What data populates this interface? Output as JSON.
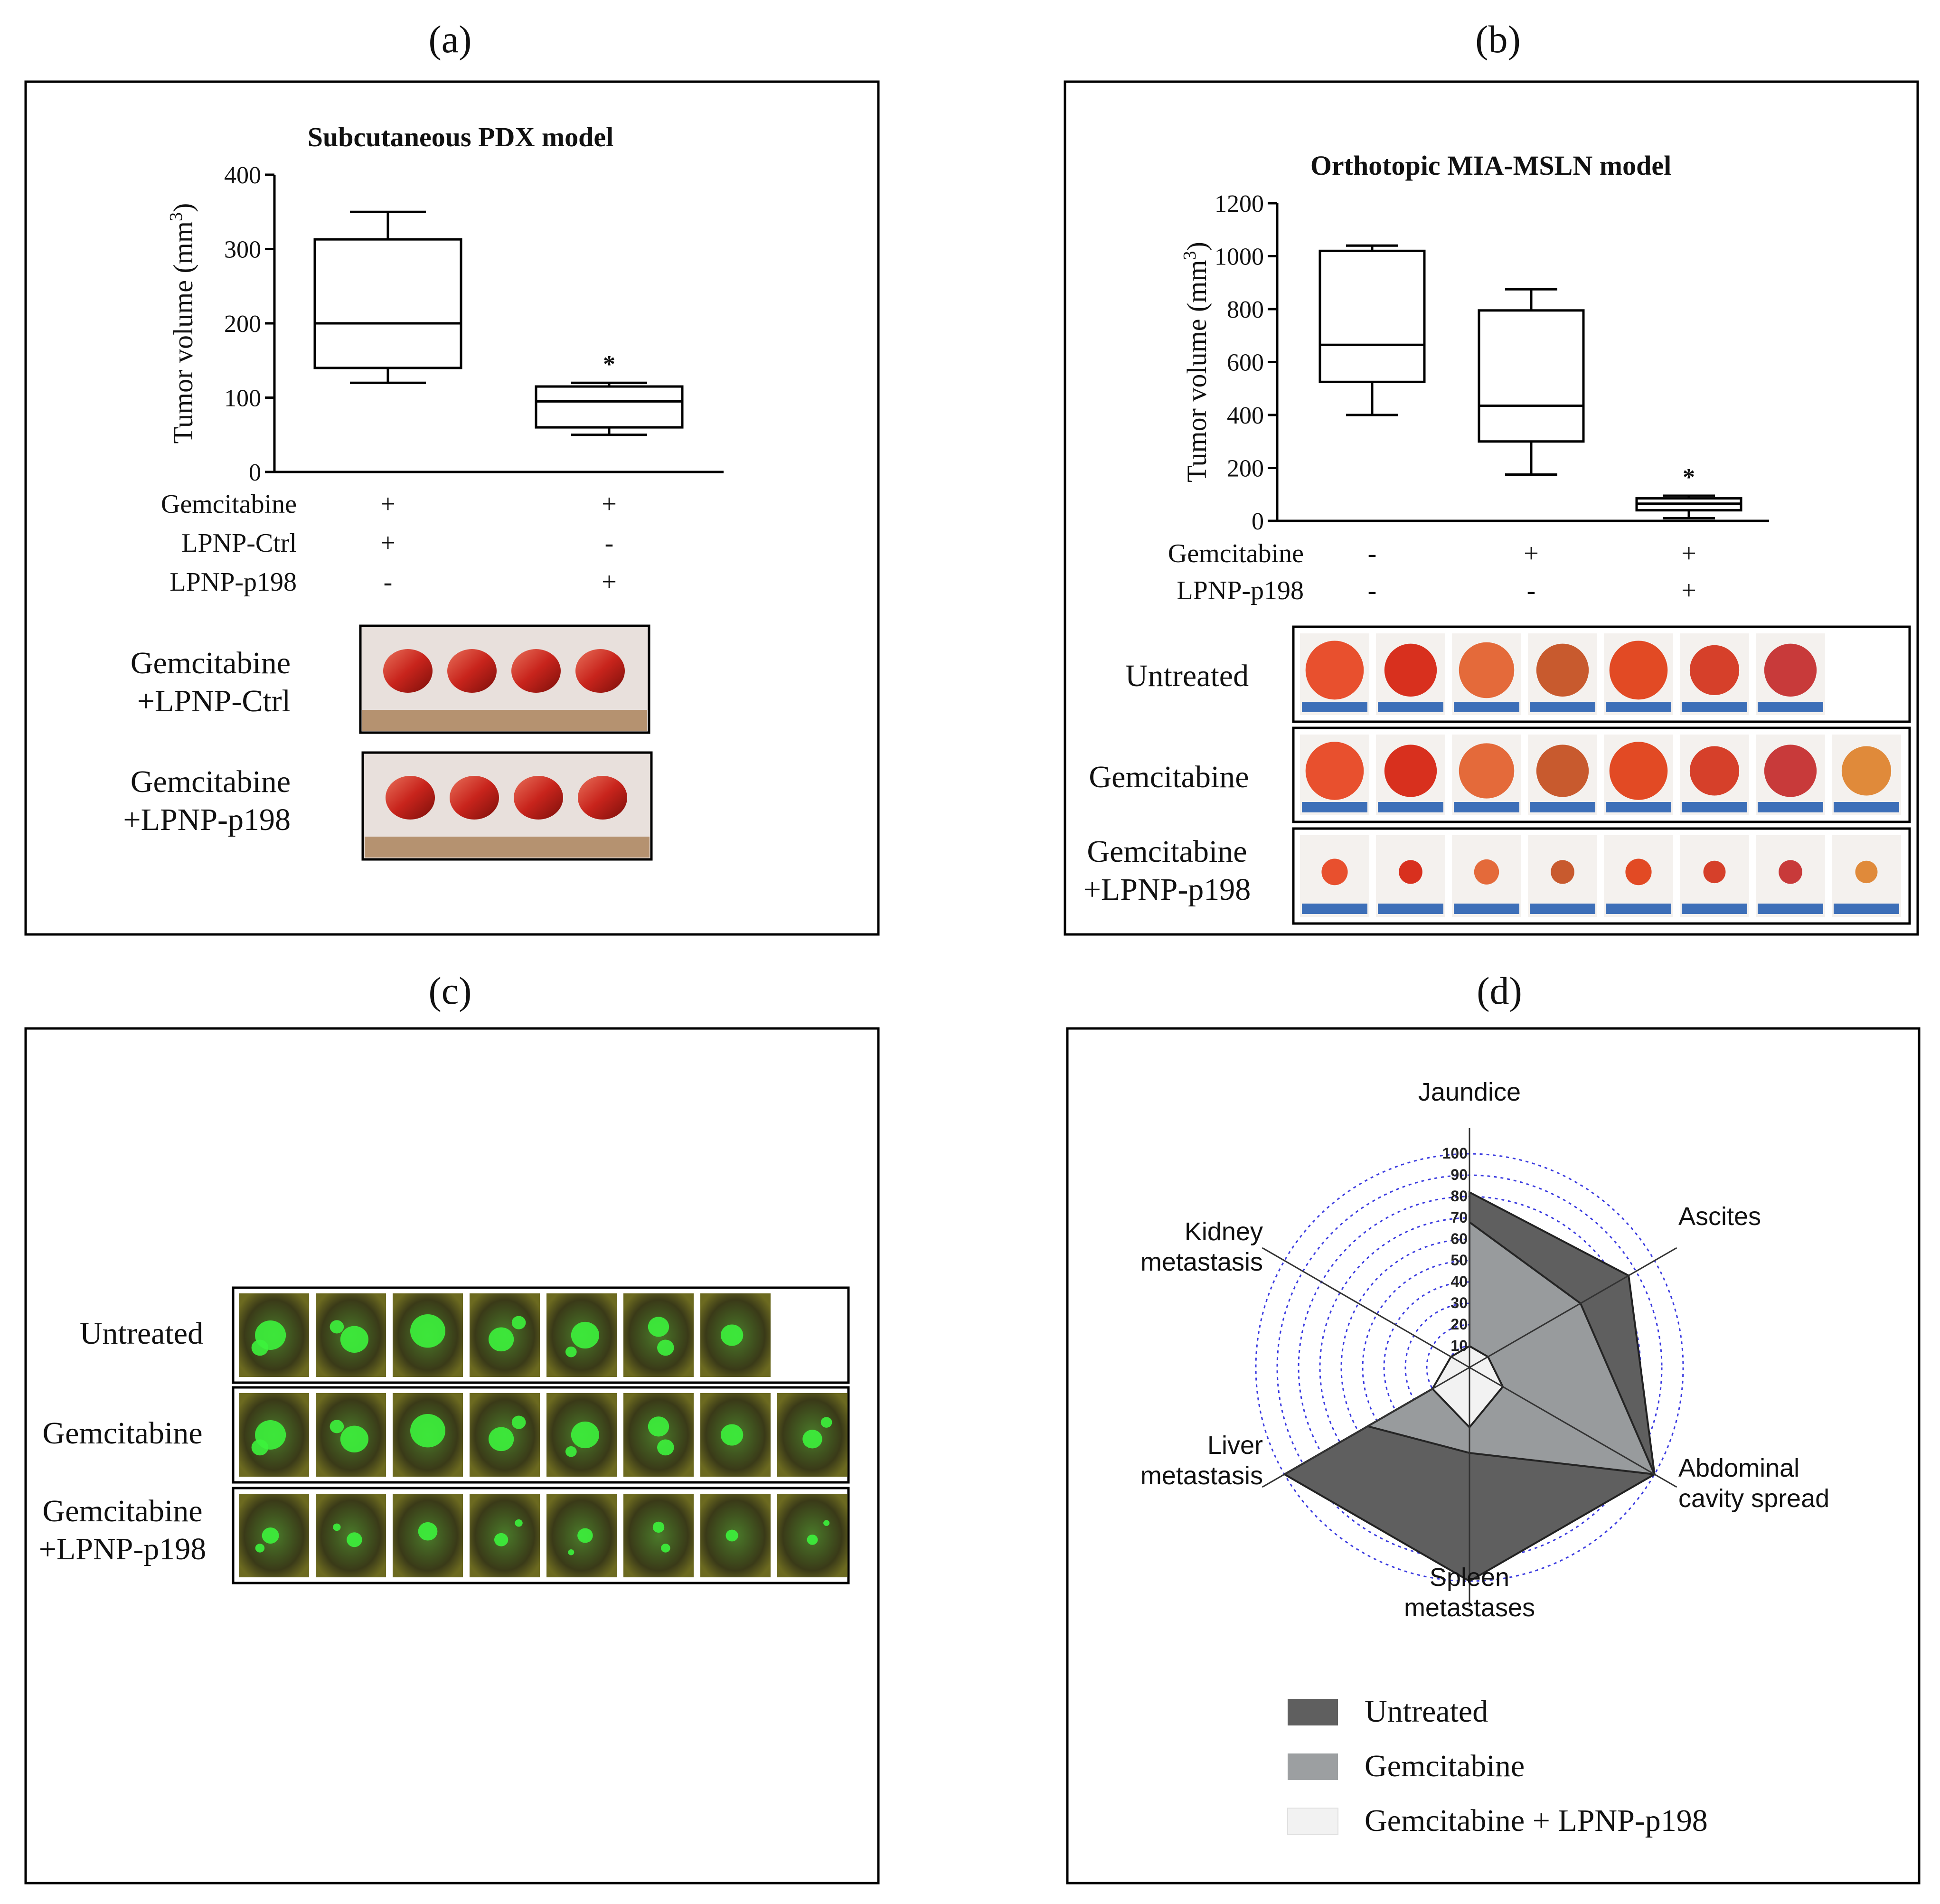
{
  "panels": {
    "a": {
      "letter": "(a)"
    },
    "b": {
      "letter": "(b)"
    },
    "c": {
      "letter": "(c)"
    },
    "d": {
      "letter": "(d)"
    }
  },
  "chart_data": [
    {
      "panel": "a",
      "type": "box",
      "title": "Subcutaneous PDX model",
      "ylabel": "Tumor volume (mm",
      "ylabel_sup": "3",
      "ylabel_close": ")",
      "ylim": [
        0,
        400
      ],
      "yticks": [
        0,
        100,
        200,
        300,
        400
      ],
      "groups": [
        {
          "min": 120,
          "q1": 140,
          "median": 200,
          "q3": 313,
          "max": 350,
          "annotation": ""
        },
        {
          "min": 50,
          "q1": 60,
          "median": 95,
          "q3": 115,
          "max": 120,
          "annotation": "*"
        }
      ],
      "treatment_rows": [
        {
          "label": "Gemcitabine",
          "values": [
            "+",
            "+"
          ]
        },
        {
          "label": "LPNP-Ctrl",
          "values": [
            "+",
            "-"
          ]
        },
        {
          "label": "LPNP-p198",
          "values": [
            "-",
            "+"
          ]
        }
      ],
      "photo_rows": [
        {
          "label": [
            "Gemcitabine",
            "+LPNP-Ctrl"
          ],
          "count": 4
        },
        {
          "label": [
            "Gemcitabine",
            "+LPNP-p198"
          ],
          "count": 4
        }
      ]
    },
    {
      "panel": "b",
      "type": "box",
      "title": "Orthotopic MIA-MSLN model",
      "ylabel": "Tumor volume (mm",
      "ylabel_sup": "3",
      "ylabel_close": ")",
      "ylim": [
        0,
        1200
      ],
      "yticks": [
        0,
        200,
        400,
        600,
        800,
        1000,
        1200
      ],
      "groups": [
        {
          "min": 400,
          "q1": 525,
          "median": 665,
          "q3": 1020,
          "max": 1040,
          "annotation": ""
        },
        {
          "min": 175,
          "q1": 300,
          "median": 435,
          "q3": 795,
          "max": 875,
          "annotation": ""
        },
        {
          "min": 10,
          "q1": 40,
          "median": 65,
          "q3": 85,
          "max": 95,
          "annotation": "*"
        }
      ],
      "treatment_rows": [
        {
          "label": "Gemcitabine",
          "values": [
            "-",
            "+",
            "+"
          ]
        },
        {
          "label": "LPNP-p198",
          "values": [
            "-",
            "-",
            "+"
          ]
        }
      ],
      "photo_rows": [
        {
          "label": [
            "Untreated"
          ],
          "count": 7
        },
        {
          "label": [
            "Gemcitabine"
          ],
          "count": 8
        },
        {
          "label": [
            "Gemcitabine",
            "+LPNP-p198"
          ],
          "count": 8
        }
      ]
    },
    {
      "panel": "c",
      "type": "image-grid",
      "photo_rows": [
        {
          "label": [
            "Untreated"
          ],
          "count": 7
        },
        {
          "label": [
            "Gemcitabine"
          ],
          "count": 8
        },
        {
          "label": [
            "Gemcitabine",
            "+LPNP-p198"
          ],
          "count": 8
        }
      ]
    },
    {
      "panel": "d",
      "type": "radar",
      "axes": [
        {
          "label": [
            "Jaundice"
          ]
        },
        {
          "label": [
            "Ascites"
          ]
        },
        {
          "label": [
            "Abdominal",
            "cavity spread"
          ]
        },
        {
          "label": [
            "Spleen",
            "metastases"
          ]
        },
        {
          "label": [
            "Liver",
            "metastasis"
          ]
        },
        {
          "label": [
            "Kidney",
            "metastasis"
          ]
        }
      ],
      "rlim": [
        0,
        100
      ],
      "rticks": [
        10,
        20,
        30,
        40,
        50,
        60,
        70,
        80,
        90,
        100
      ],
      "series": [
        {
          "name": "Untreated",
          "color": "#5f5f5f",
          "values": [
            82,
            86,
            100,
            100,
            100,
            0
          ]
        },
        {
          "name": "Gemcitabine",
          "color": "#9c9fa1",
          "values": [
            68,
            60,
            100,
            40,
            55,
            0
          ]
        },
        {
          "name": "Gemcitabine + LPNP-p198",
          "color": "#f2f2f2",
          "values": [
            10,
            10,
            18,
            28,
            20,
            10
          ]
        }
      ]
    }
  ]
}
